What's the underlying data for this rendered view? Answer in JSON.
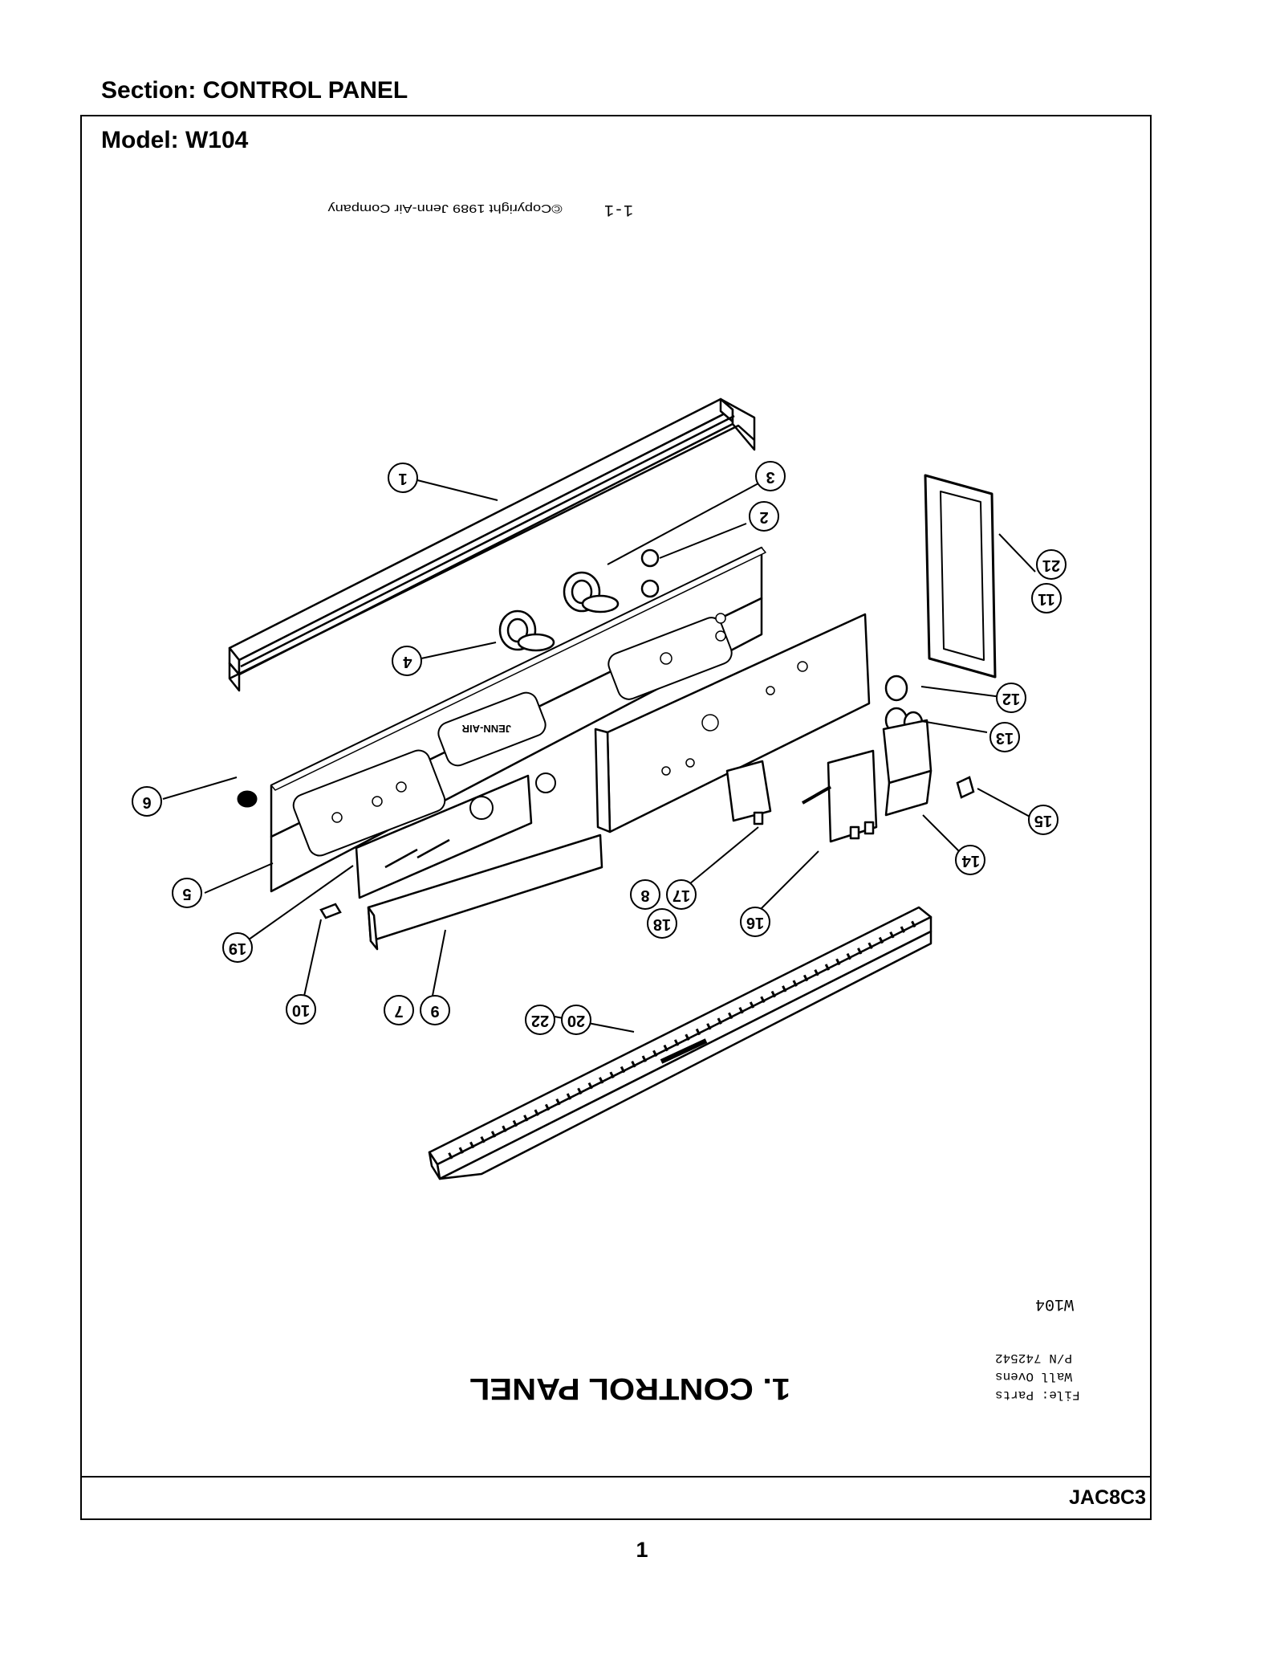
{
  "header": {
    "section_label": "Section:  CONTROL PANEL",
    "model_label": "Model:  W104"
  },
  "diagram": {
    "copyright": "©Copyright 1989 Jenn-Air Company",
    "page_ref": "1-1",
    "title": "1. CONTROL PANEL",
    "brand_text": "JENN-AIR",
    "model_stamp": "W104",
    "file_lines": [
      "File: Parts",
      "Wall Ovens",
      "P/N 742542"
    ],
    "callouts": [
      "1",
      "2",
      "3",
      "4",
      "5",
      "6",
      "7",
      "8",
      "9",
      "10",
      "11",
      "12",
      "13",
      "14",
      "15",
      "16",
      "17",
      "18",
      "19",
      "20",
      "21",
      "22"
    ]
  },
  "footer": {
    "code": "JAC8C3",
    "page_number": "1"
  }
}
